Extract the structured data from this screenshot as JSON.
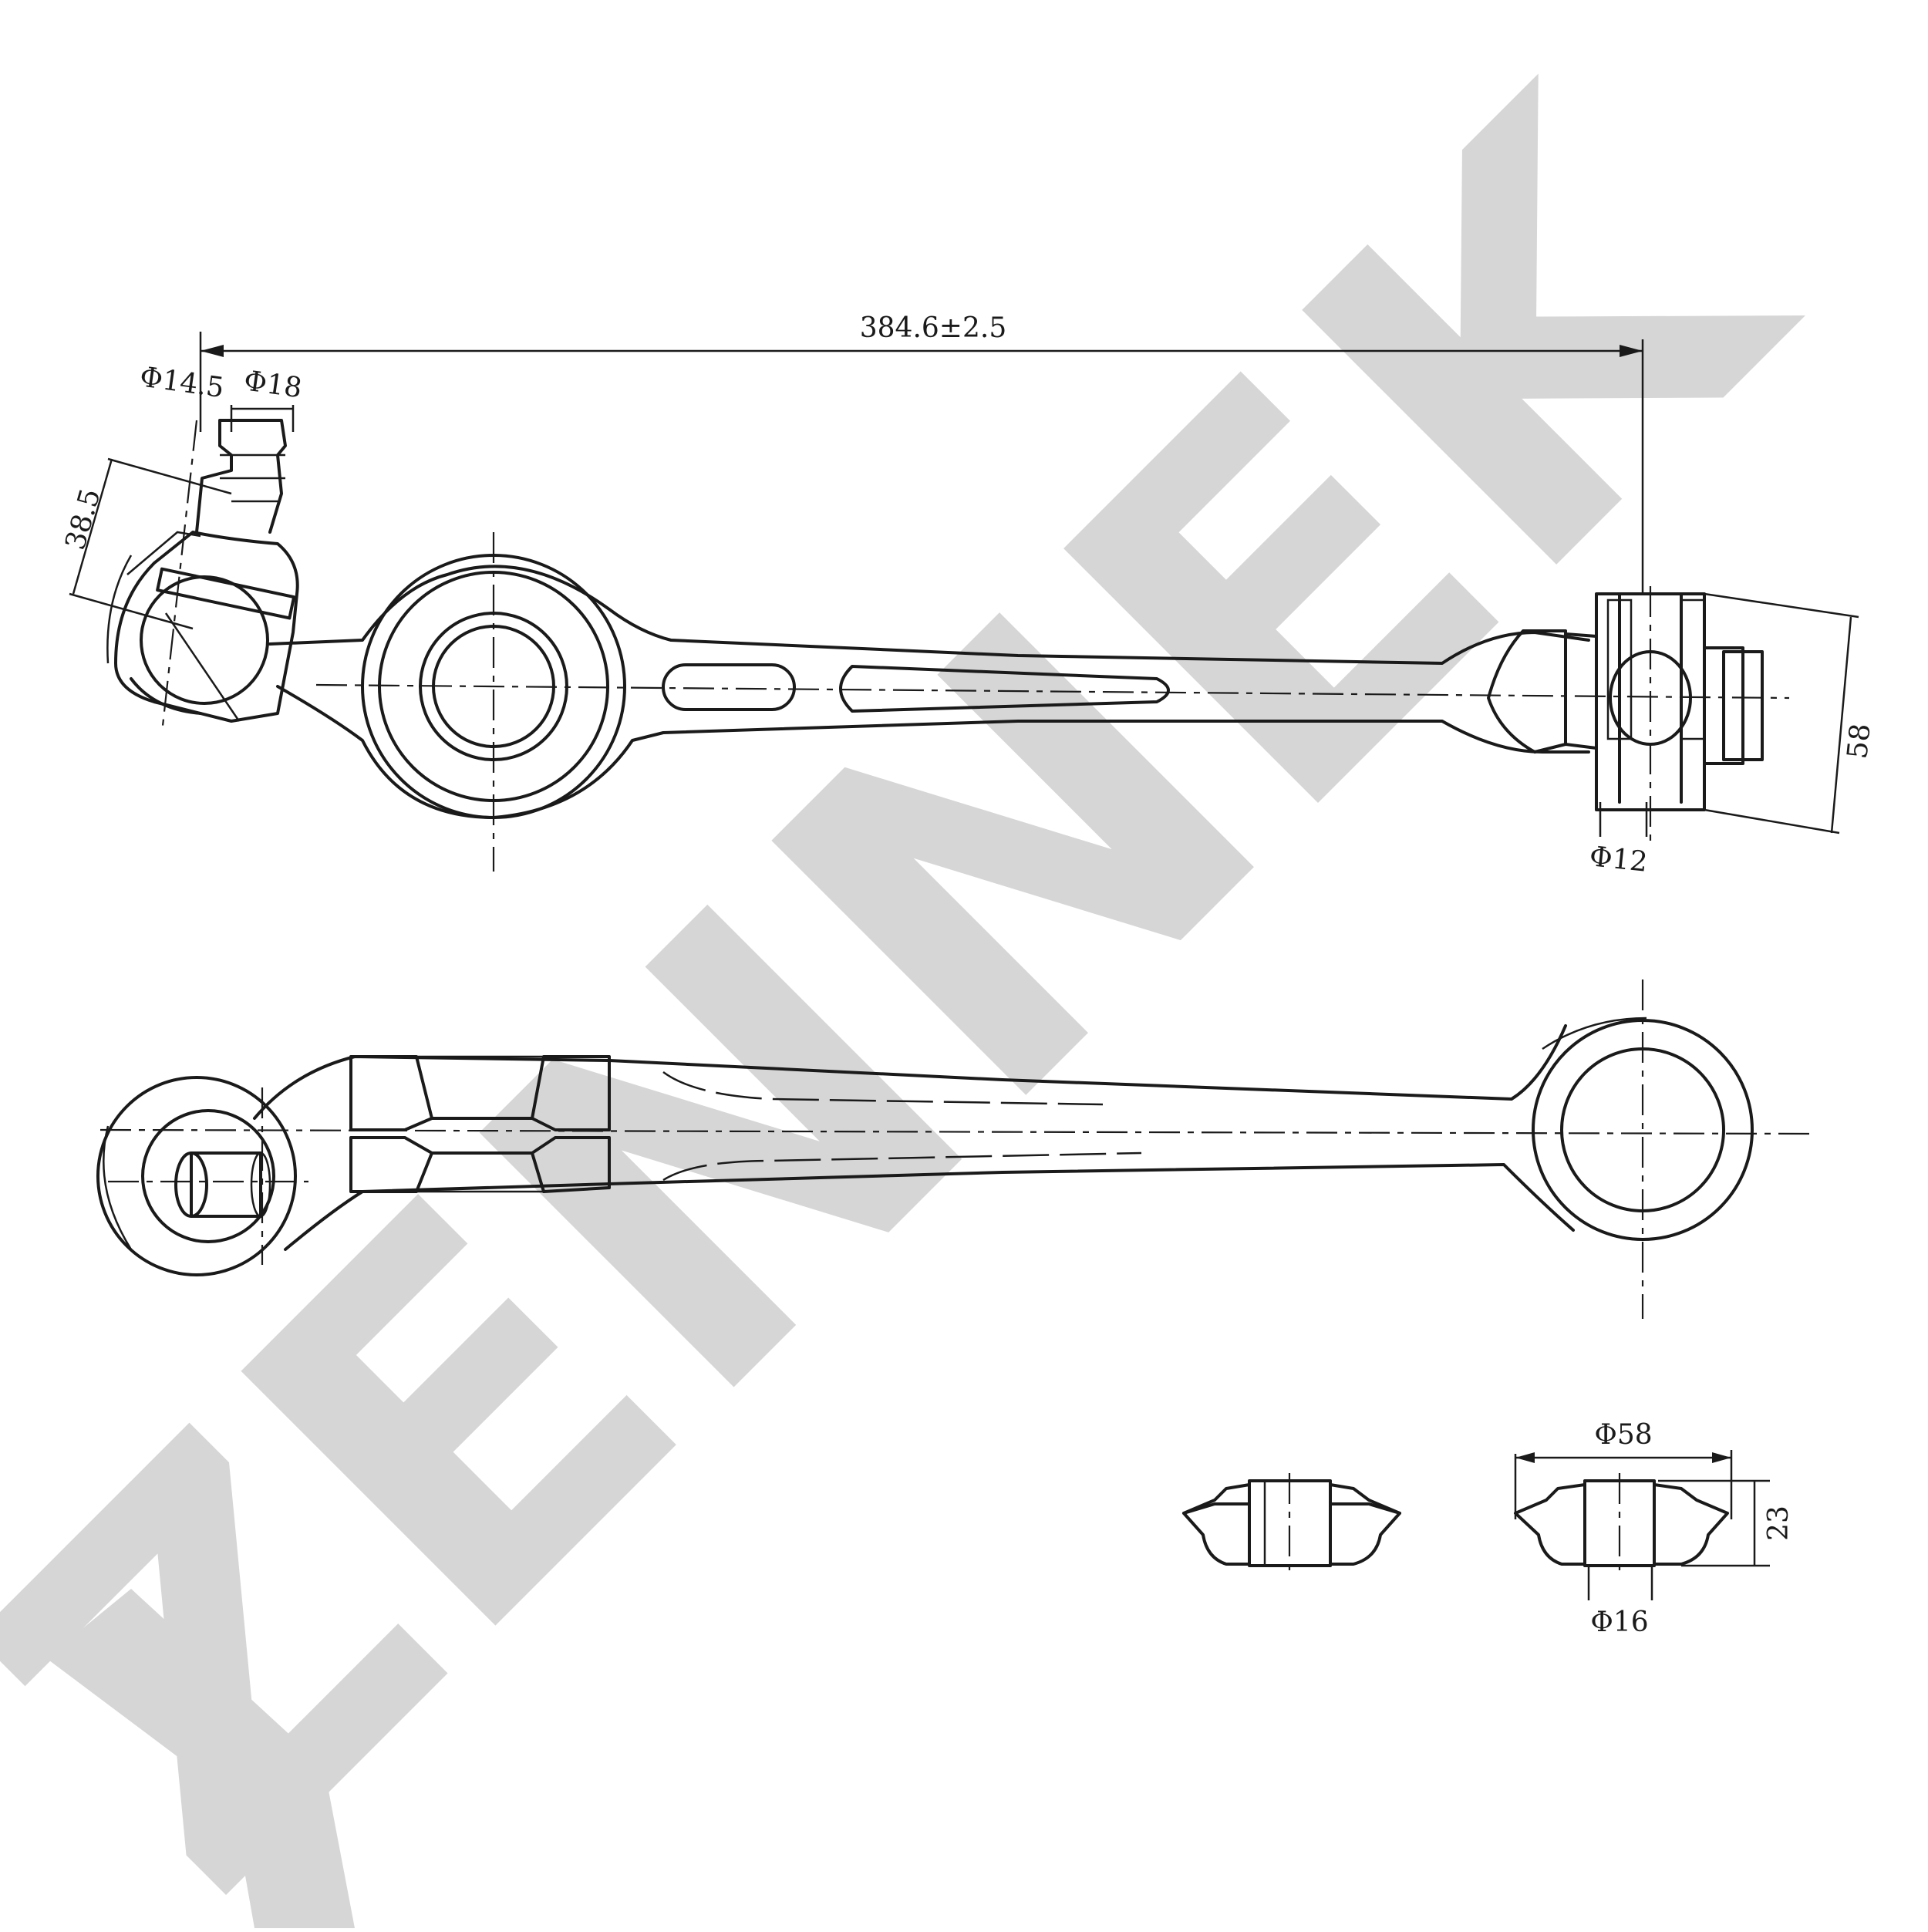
{
  "watermark": {
    "text": "ZENNEK",
    "color": "#d6d6d6"
  },
  "dimensions": {
    "overall_length": "384.6±2.5",
    "ball_stud_small": "Φ14.5",
    "ball_stud_large": "Φ18",
    "ball_joint_height": "38.5",
    "bushing_housing_height": "58",
    "bushing_bore": "Φ12",
    "bushing_outer": "Φ58",
    "bushing_height": "23",
    "bushing_inner": "Φ16"
  }
}
